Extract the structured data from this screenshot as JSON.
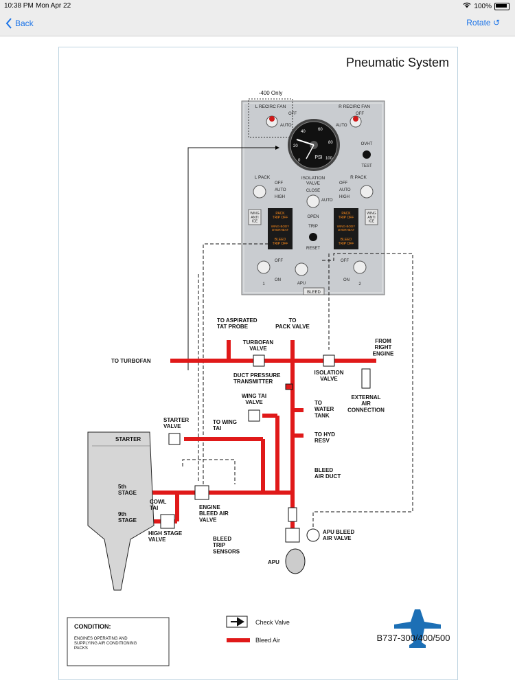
{
  "status_bar": {
    "time": "10:38 PM",
    "date": "Mon Apr 22",
    "battery": "100%"
  },
  "nav": {
    "back_label": "Back",
    "rotate_label": "Rotate ↺"
  },
  "diagram": {
    "title": "Pneumatic System",
    "panel": {
      "only_400": "-400 Only",
      "l_recirc_fan": "L RECIRC FAN",
      "r_recirc_fan": "R RECIRC FAN",
      "off": "OFF",
      "auto": "AUTO",
      "high": "HIGH",
      "on": "ON",
      "ovht": "OVHT",
      "test": "TEST",
      "psi": "PSI",
      "gauge_ticks": [
        "0",
        "20",
        "40",
        "60",
        "80",
        "100"
      ],
      "l_pack": "L PACK",
      "r_pack": "R PACK",
      "isolation_valve": "ISOLATION\nVALVE",
      "close": "CLOSE",
      "wing_anti_ice": "WING\nANTI\nICE",
      "pack_trip_off": "PACK\nTRIP OFF",
      "wing_body_overheat": "WING-BODY\nOVERHEAT",
      "bleed_trip_off": "BLEED\nTRIP OFF",
      "open": "OPEN",
      "trip": "TRIP",
      "reset": "RESET",
      "apu": "APU",
      "bleed": "BLEED",
      "one": "1",
      "two": "2"
    },
    "labels": {
      "to_aspirated": "TO ASPIRATED\nTAT PROBE",
      "to_pack_valve": "TO\nPACK VALVE",
      "turbofan_valve": "TURBOFAN\nVALVE",
      "to_turbofan": "TO TURBOFAN",
      "from_right_engine": "FROM\nRIGHT\nENGINE",
      "isolation_valve": "ISOLATION\nVALVE",
      "duct_pressure": "DUCT PRESSURE\nTRANSMITTER",
      "external_air": "EXTERNAL\nAIR\nCONNECTION",
      "wing_tai_valve": "WING TAI\nVALVE",
      "to_wing_tai": "TO WING\nTAI",
      "to_water_tank": "TO\nWATER\nTANK",
      "starter_valve": "STARTER\nVALVE",
      "starter": "STARTER",
      "to_hyd_resv": "TO HYD\nRESV",
      "bleed_air_duct": "BLEED\nAIR DUCT",
      "fifth_stage": "5th\nSTAGE",
      "ninth_stage": "9th\nSTAGE",
      "cowl_tai": "COWL\nTAI",
      "engine_bleed_air_valve": "ENGINE\nBLEED AIR\nVALVE",
      "high_stage_valve": "HIGH STAGE\nVALVE",
      "bleed_trip_sensors": "BLEED\nTRIP\nSENSORS",
      "apu_bleed_air_valve": "APU BLEED\nAIR VALVE",
      "apu": "APU"
    },
    "condition_title": "CONDITION:",
    "condition_text": "ENGINES OPERATING AND\nSUPPLYING AIR CONDITIONING\nPACKS",
    "legend": {
      "check_valve": "Check Valve",
      "bleed_air": "Bleed Air"
    },
    "model": "B737-300/400/500",
    "colors": {
      "bleed_air": "#e01919",
      "panel": "#c9ccd0",
      "annunciator": "#1a1a1a",
      "amber": "#ff8c1a"
    }
  }
}
